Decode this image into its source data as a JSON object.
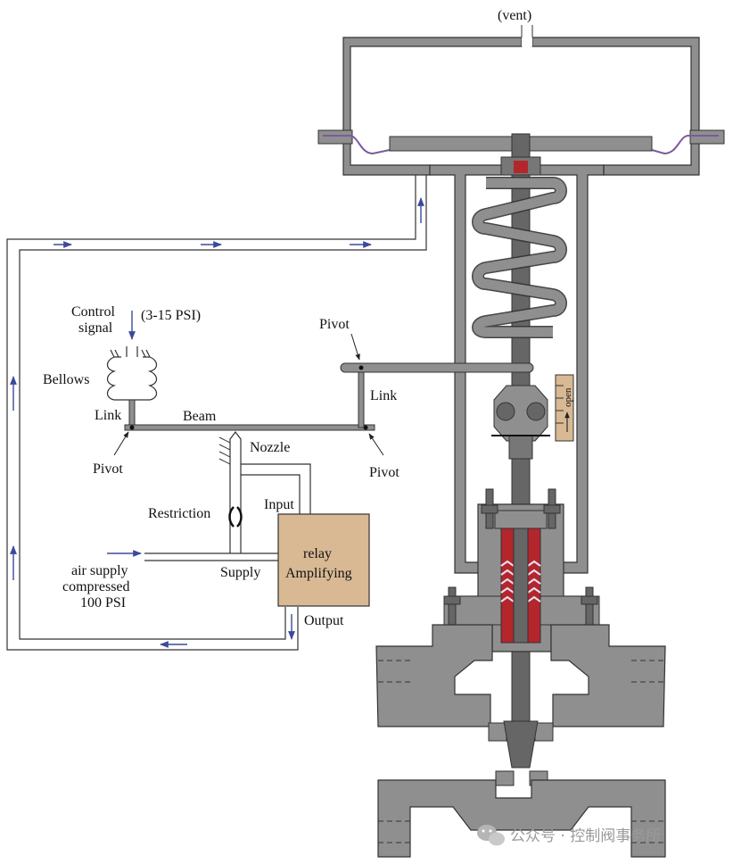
{
  "colors": {
    "metal": "#8f8f8f",
    "outline": "#333333",
    "relay_fill": "#d8b994",
    "packing_red": "#b3262c",
    "diaphragm": "#7b5a9e",
    "arrow_blue": "#3b4a9a",
    "scale_fill": "#d8b994"
  },
  "labels": {
    "vent": "(vent)",
    "control_signal_line1": "Control",
    "control_signal_line2": "signal",
    "signal_range": "(3-15 PSI)",
    "bellows": "Bellows",
    "link_left": "Link",
    "beam": "Beam",
    "pivot_left": "Pivot",
    "nozzle": "Nozzle",
    "pivot_right": "Pivot",
    "pivot_top": "Pivot",
    "link_right": "Link",
    "restriction": "Restriction",
    "input": "Input",
    "supply": "Supply",
    "relay_line1": "relay",
    "relay_line2": "Amplifying",
    "air_line1": "air supply",
    "air_line2": "compressed",
    "air_line3": "100 PSI",
    "output": "Output",
    "open": "open",
    "watermark": "公众号 · 控制阀事务所"
  }
}
